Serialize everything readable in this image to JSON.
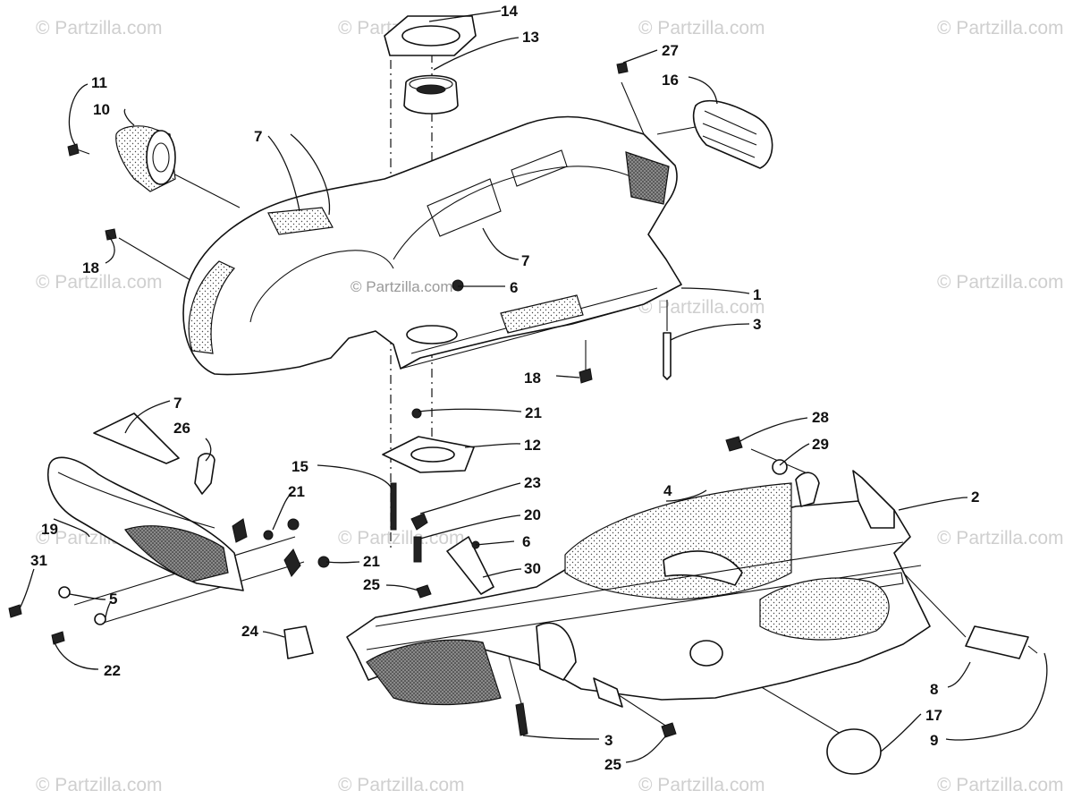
{
  "watermark": {
    "text": "© Partzilla.com",
    "center_text": "© Partzilla.com"
  },
  "callouts": [
    {
      "id": "c14",
      "label": "14"
    },
    {
      "id": "c13",
      "label": "13"
    },
    {
      "id": "c27",
      "label": "27"
    },
    {
      "id": "c16",
      "label": "16"
    },
    {
      "id": "c11",
      "label": "11"
    },
    {
      "id": "c10",
      "label": "10"
    },
    {
      "id": "c7a",
      "label": "7"
    },
    {
      "id": "c18a",
      "label": "18"
    },
    {
      "id": "c7b",
      "label": "7"
    },
    {
      "id": "c6a",
      "label": "6"
    },
    {
      "id": "c1",
      "label": "1"
    },
    {
      "id": "c3a",
      "label": "3"
    },
    {
      "id": "c18b",
      "label": "18"
    },
    {
      "id": "c21a",
      "label": "21"
    },
    {
      "id": "c12",
      "label": "12"
    },
    {
      "id": "c7c",
      "label": "7"
    },
    {
      "id": "c26",
      "label": "26"
    },
    {
      "id": "c28",
      "label": "28"
    },
    {
      "id": "c29",
      "label": "29"
    },
    {
      "id": "c15",
      "label": "15"
    },
    {
      "id": "c21b",
      "label": "21"
    },
    {
      "id": "c23",
      "label": "23"
    },
    {
      "id": "c4",
      "label": "4"
    },
    {
      "id": "c2",
      "label": "2"
    },
    {
      "id": "c19",
      "label": "19"
    },
    {
      "id": "c20",
      "label": "20"
    },
    {
      "id": "c6b",
      "label": "6"
    },
    {
      "id": "c31",
      "label": "31"
    },
    {
      "id": "c21c",
      "label": "21"
    },
    {
      "id": "c30",
      "label": "30"
    },
    {
      "id": "c5",
      "label": "5"
    },
    {
      "id": "c25a",
      "label": "25"
    },
    {
      "id": "c24",
      "label": "24"
    },
    {
      "id": "c22",
      "label": "22"
    },
    {
      "id": "c8",
      "label": "8"
    },
    {
      "id": "c17",
      "label": "17"
    },
    {
      "id": "c3b",
      "label": "3"
    },
    {
      "id": "c9",
      "label": "9"
    },
    {
      "id": "c25b",
      "label": "25"
    }
  ]
}
